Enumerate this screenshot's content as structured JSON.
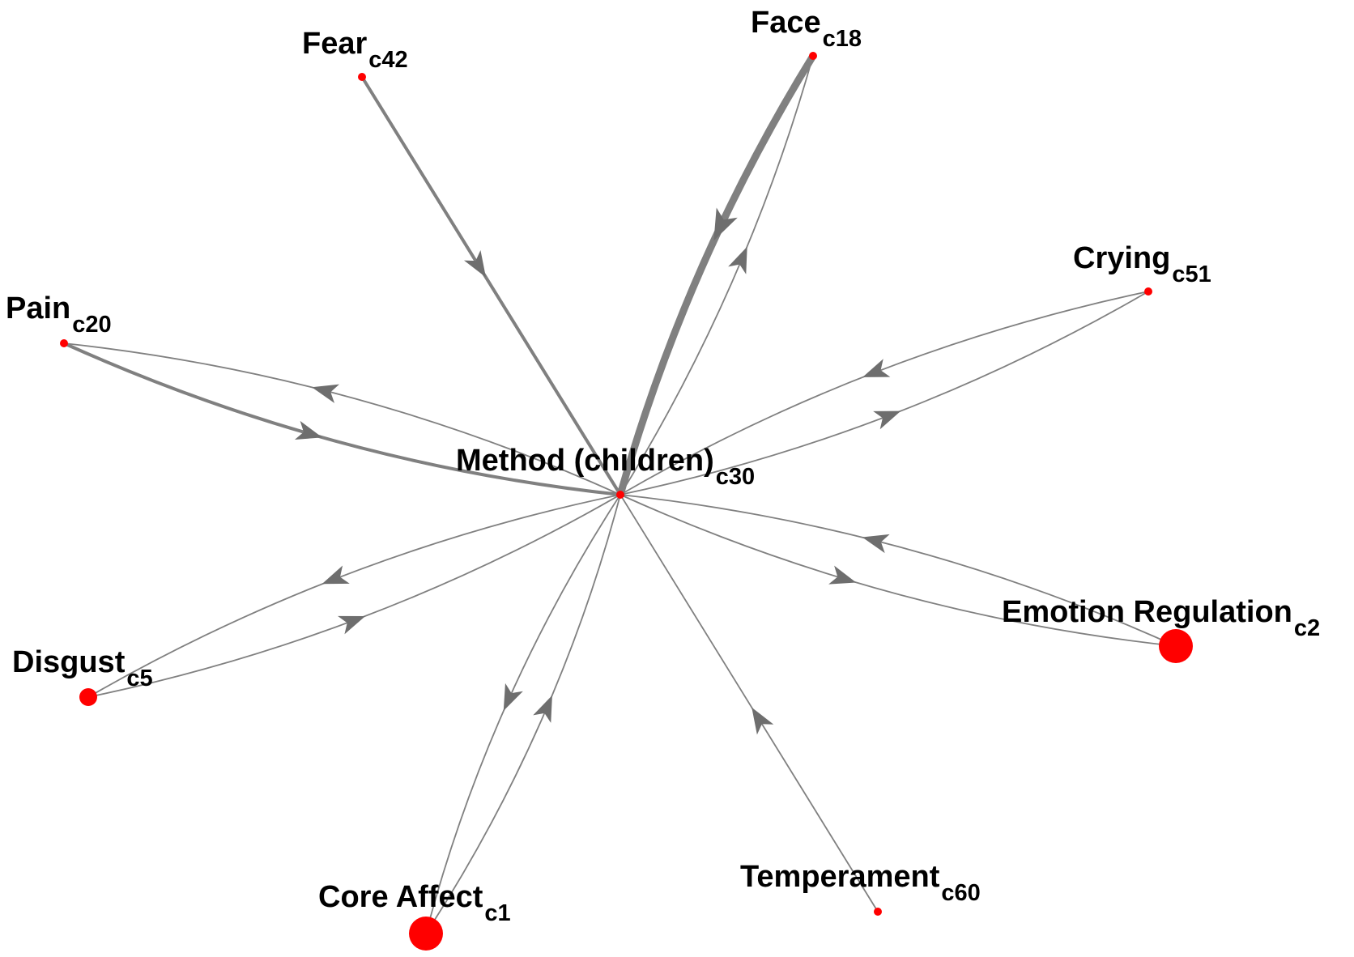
{
  "colors": {
    "node": "#ff0000",
    "edge": "#808080",
    "arrow": "#6e6e6e",
    "label": "#000000"
  },
  "nodes": [
    {
      "id": "c30",
      "label": "Method (children)",
      "sub": "c30",
      "size": "small"
    },
    {
      "id": "c18",
      "label": "Face",
      "sub": "c18",
      "size": "small"
    },
    {
      "id": "c42",
      "label": "Fear",
      "sub": "c42",
      "size": "small"
    },
    {
      "id": "c51",
      "label": "Crying",
      "sub": "c51",
      "size": "small"
    },
    {
      "id": "c20",
      "label": "Pain",
      "sub": "c20",
      "size": "small"
    },
    {
      "id": "c2",
      "label": "Emotion Regulation",
      "sub": "c2",
      "size": "large"
    },
    {
      "id": "c5",
      "label": "Disgust",
      "sub": "c5",
      "size": "medium"
    },
    {
      "id": "c1",
      "label": "Core Affect",
      "sub": "c1",
      "size": "large"
    },
    {
      "id": "c60",
      "label": "Temperament",
      "sub": "c60",
      "size": "small"
    }
  ],
  "edges": [
    {
      "from": "c18",
      "to": "c30",
      "weight": "heavy"
    },
    {
      "from": "c30",
      "to": "c18",
      "weight": "light"
    },
    {
      "from": "c42",
      "to": "c30",
      "weight": "medium"
    },
    {
      "from": "c20",
      "to": "c30",
      "weight": "medium"
    },
    {
      "from": "c30",
      "to": "c20",
      "weight": "light"
    },
    {
      "from": "c51",
      "to": "c30",
      "weight": "light"
    },
    {
      "from": "c30",
      "to": "c51",
      "weight": "light"
    },
    {
      "from": "c2",
      "to": "c30",
      "weight": "light"
    },
    {
      "from": "c30",
      "to": "c2",
      "weight": "light"
    },
    {
      "from": "c30",
      "to": "c5",
      "weight": "light"
    },
    {
      "from": "c5",
      "to": "c30",
      "weight": "light"
    },
    {
      "from": "c30",
      "to": "c1",
      "weight": "light"
    },
    {
      "from": "c1",
      "to": "c30",
      "weight": "light"
    },
    {
      "from": "c60",
      "to": "c30",
      "weight": "light"
    }
  ]
}
